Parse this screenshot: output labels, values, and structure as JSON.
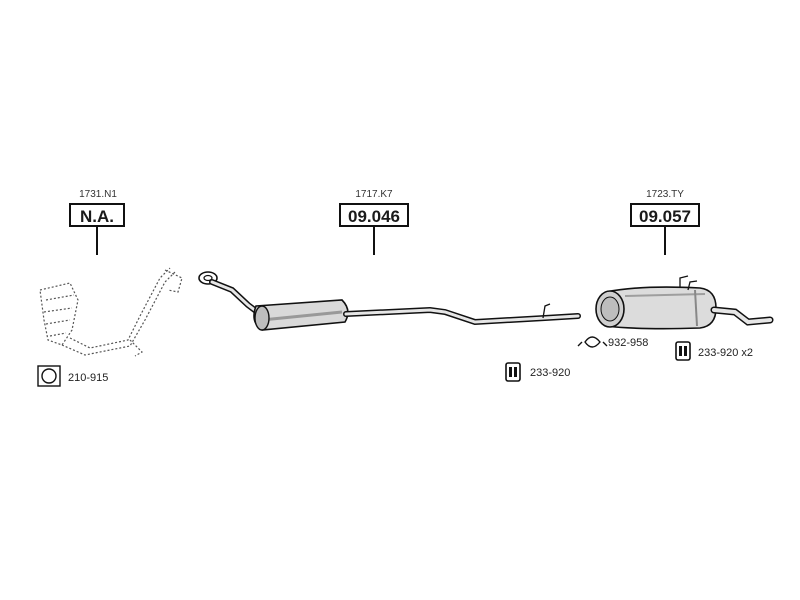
{
  "groups": [
    {
      "ref": "1731.N1",
      "part": "N.A."
    },
    {
      "ref": "1717.K7",
      "part": "09.046"
    },
    {
      "ref": "1723.TY",
      "part": "09.057"
    }
  ],
  "accessories": {
    "gasket": "210-915",
    "clamp": "932-958",
    "hanger_center": "233-920",
    "hanger_rear": "233-920 x2"
  },
  "colors": {
    "line": "#111111",
    "part_fill": "#e6e6e6",
    "part_shade": "#bdbdbd"
  },
  "icons": [
    "gasket-icon",
    "clamp-icon",
    "hanger-icon"
  ]
}
